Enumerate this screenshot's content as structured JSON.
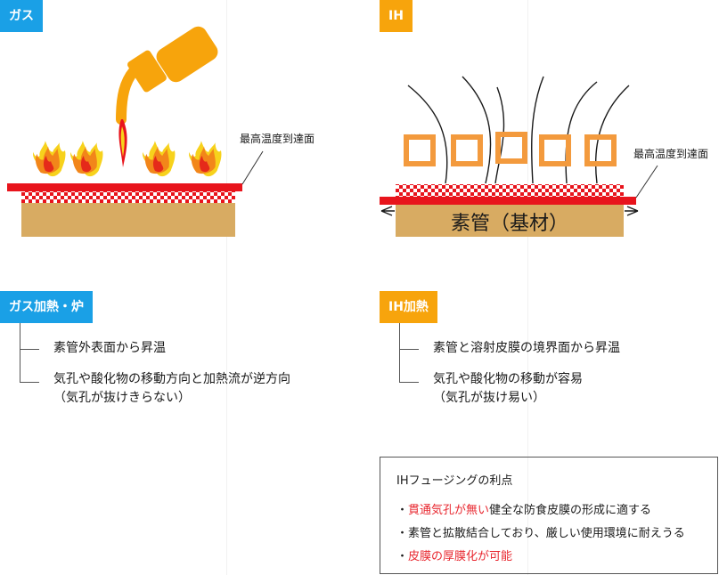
{
  "left": {
    "tag": "ガス",
    "surface_label": "最高温度到達面",
    "section_tag": "ガス加熱・炉",
    "items": [
      "素管外表面から昇温",
      "気孔や酸化物の移動方向と加熱流が逆方向",
      "（気孔が抜けきらない）"
    ]
  },
  "right": {
    "tag": "IH",
    "surface_label": "最高温度到達面",
    "pipe_label": "素管（基材）",
    "section_tag": "IH加熱",
    "items": [
      "素管と溶射皮膜の境界面から昇温",
      "気孔や酸化物の移動が容易",
      "（気孔が抜け易い）"
    ]
  },
  "box": {
    "title": "IHフュージングの利点",
    "bullet": "・",
    "line1_red": "貫通気孔が無い",
    "line1_rest": "健全な防食皮膜の形成に適する",
    "line2": "素管と拡散結合しており、厳しい使用環境に耐えうる",
    "line3_red": "皮膜の厚膜化が可能"
  },
  "colors": {
    "blue_tag": "#1aa0e6",
    "orange_tag": "#f7a40c",
    "heat_layer": "#e8141c",
    "substrate": "#d8ab62",
    "coil": "#f39a3d",
    "emphasis": "#e8262e"
  }
}
